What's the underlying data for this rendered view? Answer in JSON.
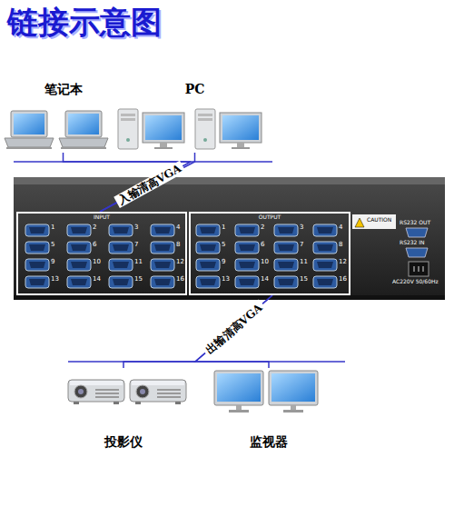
{
  "diagram": {
    "title": "链接示意图",
    "nodes": [
      {
        "text": [
          "笔记本"
        ]
      },
      {
        "text": [
          "PC"
        ]
      },
      {
        "text": [
          "CAUTION",
          "RS232 OUT",
          "RS232 IN",
          "AC220V 50/60Hz"
        ]
      },
      {
        "text": [
          "INPUT",
          "1",
          "2",
          "3",
          "4",
          "5",
          "6",
          "7",
          "8",
          "9",
          "10",
          "11",
          "12",
          "13",
          "14",
          "15",
          "16"
        ],
        "in": 2
      },
      {
        "text": [
          "OUTPUT",
          "1",
          "2",
          "3",
          "4",
          "5",
          "6",
          "7",
          "8",
          "9",
          "10",
          "11",
          "12",
          "13",
          "14",
          "15",
          "16"
        ],
        "in": 2
      },
      {
        "text": [
          "投影仪"
        ]
      },
      {
        "text": [
          "监视器"
        ]
      }
    ],
    "edges": [
      {
        "from": 0,
        "to": 3,
        "arrow": "none",
        "label": "入输清高VGA"
      },
      {
        "from": 1,
        "to": 3,
        "arrow": "none"
      },
      {
        "from": 4,
        "to": 5,
        "arrow": "none",
        "label": "出输清高VGA"
      },
      {
        "from": 4,
        "to": 6,
        "arrow": "none"
      }
    ]
  }
}
